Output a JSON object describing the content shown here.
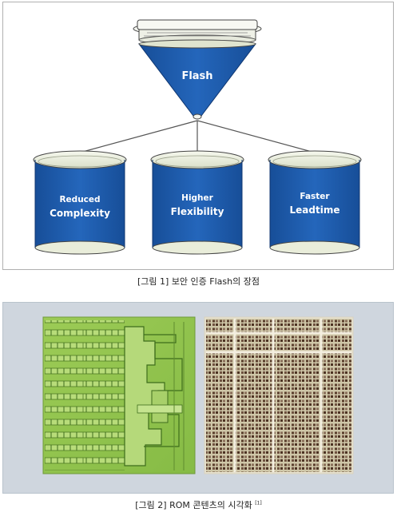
{
  "figure1": {
    "funnel_label": "Flash",
    "buckets": [
      {
        "line1": "Reduced",
        "line2": "Complexity"
      },
      {
        "line1": "Higher",
        "line2": "Flexibility"
      },
      {
        "line1": "Faster",
        "line2": "Leadtime"
      }
    ],
    "caption": "[그림 1] 보안 인증 Flash의 장점",
    "colors": {
      "blue": "#1f5fb0",
      "dark_blue": "#123f80",
      "rim": "#e9efd9",
      "line": "#555555"
    }
  },
  "figure2": {
    "caption": "[그림 2] ROM 콘텐츠의 시각화",
    "caption_ref": "[1]",
    "colors": {
      "green": "#8dc04a",
      "green_dark": "#3e6d1c",
      "bg": "#cfd6de"
    }
  }
}
